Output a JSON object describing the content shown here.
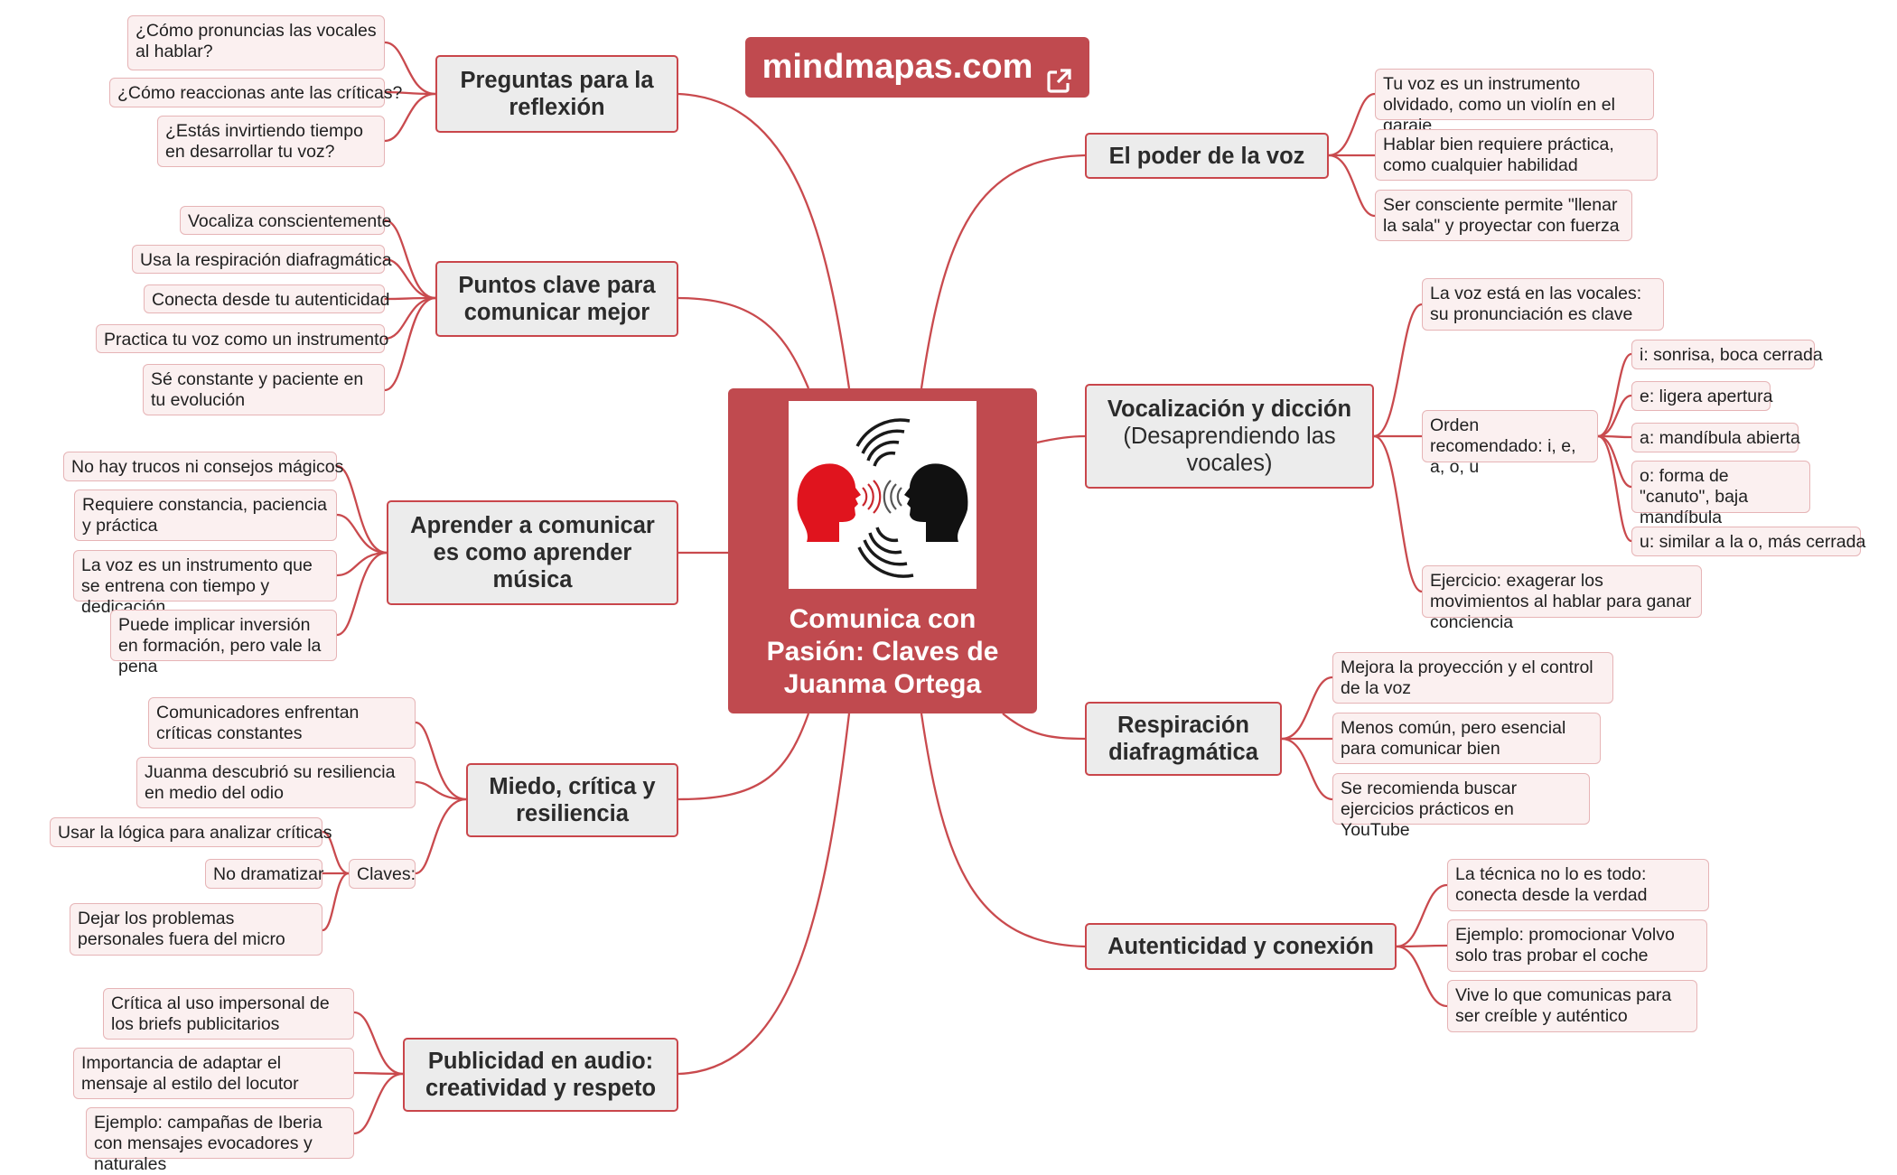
{
  "brand": {
    "name": "mindmapas.com",
    "icon": "external-link-icon"
  },
  "central": {
    "title_lines": [
      "Comunica con",
      "Pasión: Claves de",
      "Juanma Ortega"
    ],
    "image": "two-speaking-heads-illustration",
    "colors": {
      "fill": "#c04a4f",
      "text": "#ffffff"
    }
  },
  "colors": {
    "link": "#c94a4e",
    "branch_fill": "#ececec",
    "leaf_fill": "#fbf0f0",
    "leaf_border": "#e6b4b6"
  },
  "branches": {
    "preguntas": {
      "label": "Preguntas para la reflexión",
      "items": [
        "¿Cómo pronuncias las vocales al hablar?",
        "¿Cómo reaccionas ante las críticas?",
        "¿Estás invirtiendo tiempo en desarrollar tu voz?"
      ]
    },
    "puntos": {
      "label": "Puntos clave para comunicar mejor",
      "items": [
        "Vocaliza conscientemente",
        "Usa la respiración diafragmática",
        "Conecta desde tu autenticidad",
        "Practica tu voz como un instrumento",
        "Sé constante y paciente en tu evolución"
      ]
    },
    "aprender": {
      "label": "Aprender a comunicar es como aprender música",
      "items": [
        "No hay trucos ni consejos mágicos",
        "Requiere constancia, paciencia y práctica",
        "La voz es un instrumento que se entrena con tiempo y dedicación",
        "Puede implicar inversión en formación, pero vale la pena"
      ]
    },
    "miedo": {
      "label": "Miedo, crítica y resiliencia",
      "items": [
        "Comunicadores enfrentan críticas constantes",
        "Juanma descubrió su resiliencia en medio del odio"
      ],
      "claves": {
        "label": "Claves:",
        "items": [
          "Usar la lógica para analizar críticas",
          "No dramatizar",
          "Dejar los problemas personales fuera del micro"
        ]
      }
    },
    "publicidad": {
      "label": "Publicidad en audio: creatividad y respeto",
      "items": [
        "Crítica al uso impersonal de los briefs publicitarios",
        "Importancia de adaptar el mensaje al estilo del locutor",
        "Ejemplo: campañas de Iberia con mensajes evocadores y naturales"
      ]
    },
    "poder": {
      "label": "El poder de la voz",
      "items": [
        "Tu voz es un instrumento olvidado, como un violín en el garaje",
        "Hablar bien requiere práctica, como cualquier habilidad",
        "Ser consciente permite \"llenar la sala\" y proyectar con fuerza"
      ]
    },
    "vocalizacion": {
      "label": "Vocalización y dicción",
      "sublabel": "(Desaprendiendo las vocales)",
      "items": [
        "La voz está en las vocales: su pronunciación es clave",
        "Ejercicio: exagerar los movimientos al hablar para ganar conciencia"
      ],
      "orden": {
        "label": "Orden recomendado: i, e, a, o, u",
        "items": [
          "i: sonrisa, boca cerrada",
          "e: ligera apertura",
          "a: mandíbula abierta",
          "o: forma de \"canuto\", baja mandíbula",
          "u: similar a la o, más cerrada"
        ]
      }
    },
    "respiracion": {
      "label": "Respiración diafragmática",
      "items": [
        "Mejora la proyección y el control de la voz",
        "Menos común, pero esencial para comunicar bien",
        "Se recomienda buscar ejercicios prácticos en YouTube"
      ]
    },
    "autenticidad": {
      "label": "Autenticidad y conexión",
      "items": [
        "La técnica no lo es todo: conecta desde la verdad",
        "Ejemplo: promocionar Volvo solo tras probar el coche",
        "Vive lo que comunicas para ser creíble y auténtico"
      ]
    }
  }
}
